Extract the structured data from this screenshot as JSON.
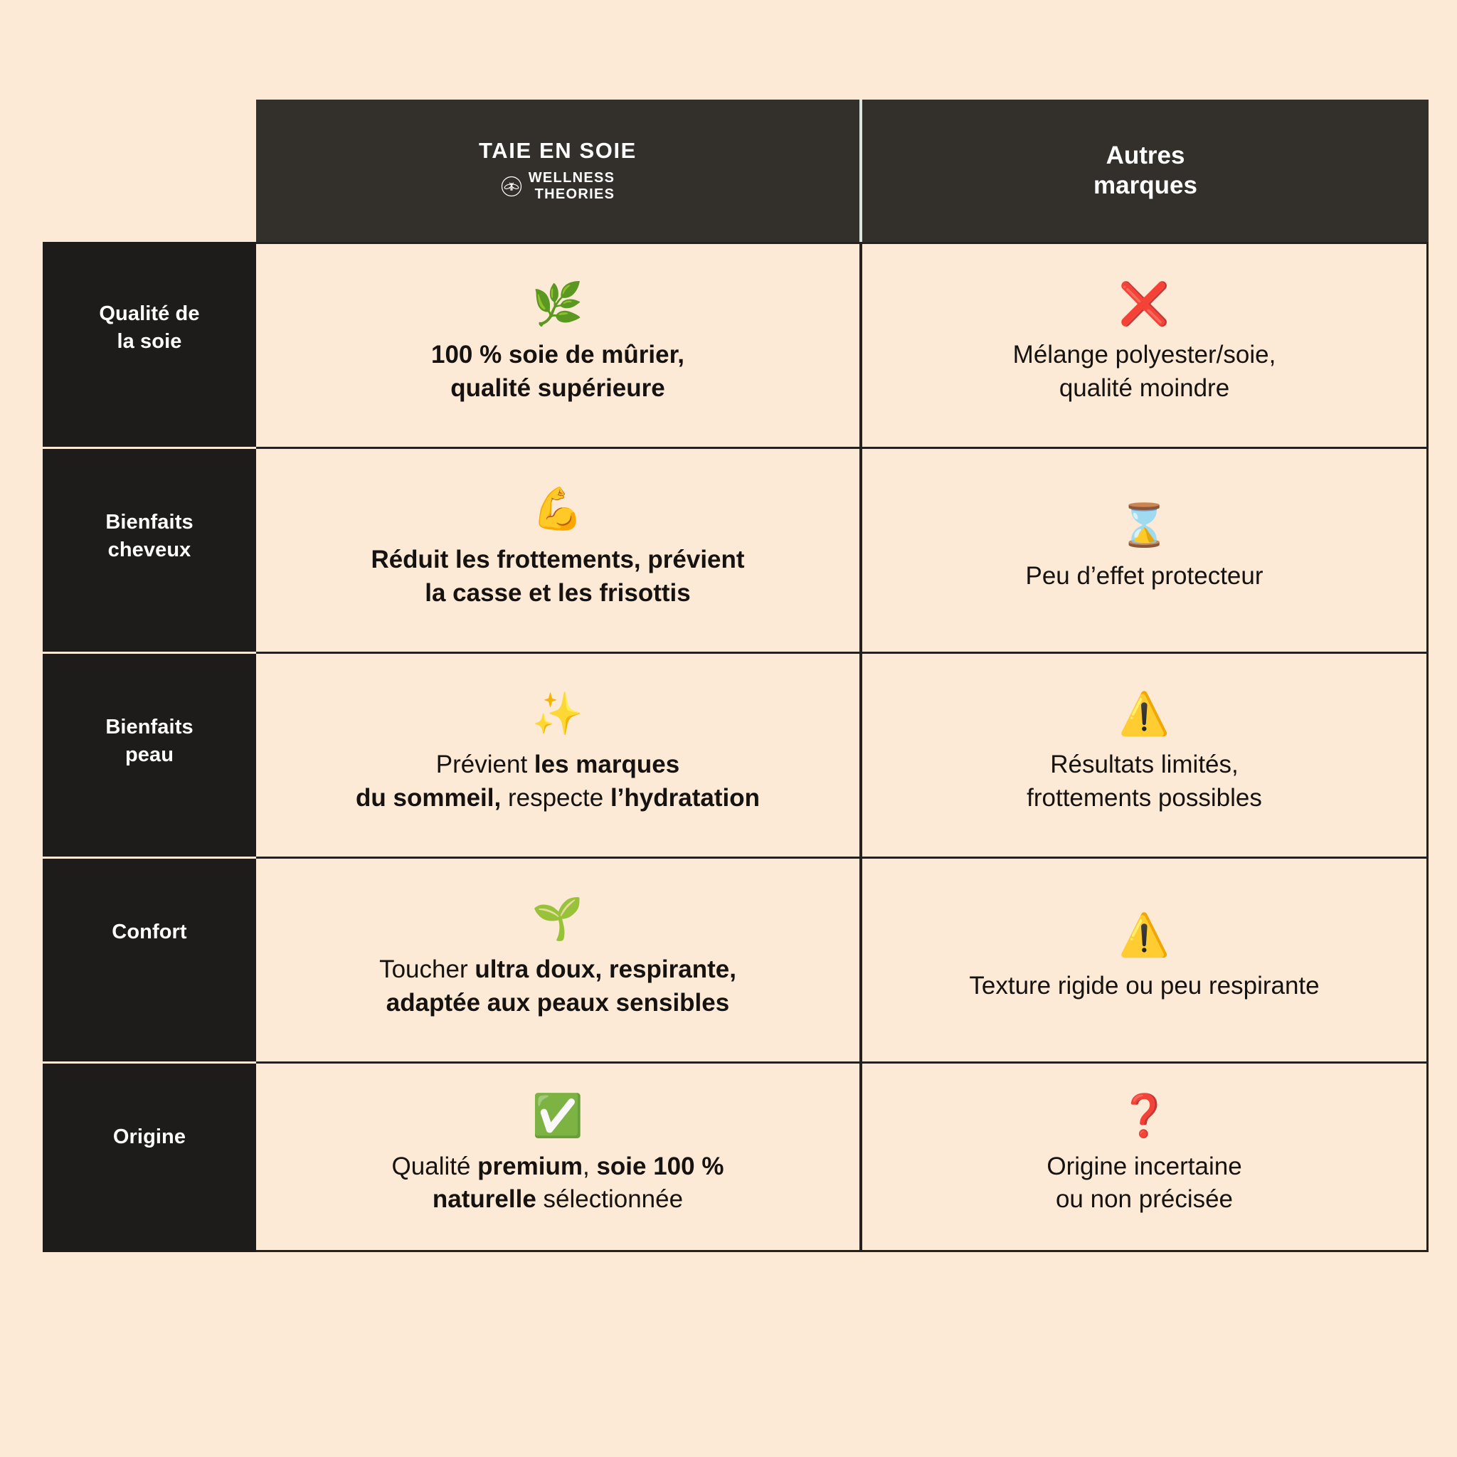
{
  "theme": {
    "background": "#FCE9D6",
    "header_dark": "#332F2A",
    "label_dark": "#1E1C1B",
    "border_dark": "#24211F",
    "text_light": "#FFFFFF",
    "text_dark": "#15120F",
    "accent_red": "#E01B1B",
    "accent_green": "#00B02E",
    "accent_yellow": "#F5C518"
  },
  "header": {
    "product_column": {
      "title": "TAIE EN SOIE",
      "logo_icon": "bee-in-circle-icon",
      "brand_line_1": "WELLNESS",
      "brand_line_2": "THEORIES"
    },
    "other_column": {
      "line_1": "Autres",
      "line_2": "marques"
    }
  },
  "rows": [
    {
      "label_line_1": "Qualité de",
      "label_line_2": "la soie",
      "product": {
        "icon": "herb-leaf-emoji",
        "icon_glyph": "🌿",
        "line_1": "100 % soie de mûrier,",
        "line_2": "qualité supérieure"
      },
      "other": {
        "icon": "red-cross-mark-emoji",
        "icon_glyph": "❌",
        "line_1": "Mélange polyester/soie,",
        "line_2": "qualité moindre"
      }
    },
    {
      "label_line_1": "Bienfaits",
      "label_line_2": "cheveux",
      "product": {
        "icon": "flexed-biceps-emoji",
        "icon_glyph": "💪",
        "line_1": "Réduit les frottements, prévient",
        "line_2": "la casse et les frisottis"
      },
      "other": {
        "icon": "hourglass-emoji",
        "icon_glyph": "⌛",
        "line_1": "Peu d’effet protecteur",
        "line_2": ""
      }
    },
    {
      "label_line_1": "Bienfaits",
      "label_line_2": "peau",
      "product": {
        "icon": "sparkles-emoji",
        "icon_glyph": "✨",
        "rich_line_1": [
          {
            "t": "Prévient ",
            "b": false
          },
          {
            "t": "les marques",
            "b": true
          }
        ],
        "rich_line_2": [
          {
            "t": "du sommeil,",
            "b": true
          },
          {
            "t": " respecte ",
            "b": false
          },
          {
            "t": "l’hydratation",
            "b": true
          }
        ]
      },
      "other": {
        "icon": "warning-triangle-emoji",
        "icon_glyph": "⚠️",
        "line_1": "Résultats limités,",
        "line_2": "frottements possibles"
      }
    },
    {
      "label_line_1": "Confort",
      "label_line_2": "",
      "product": {
        "icon": "seedling-emoji",
        "icon_glyph": "🌱",
        "rich_line_1": [
          {
            "t": "Toucher ",
            "b": false
          },
          {
            "t": "ultra doux, respirante,",
            "b": true
          }
        ],
        "rich_line_2": [
          {
            "t": "adaptée aux peaux sensibles",
            "b": true
          }
        ]
      },
      "other": {
        "icon": "warning-triangle-emoji",
        "icon_glyph": "⚠️",
        "line_1": "Texture rigide ou peu respirante",
        "line_2": ""
      }
    },
    {
      "label_line_1": "Origine",
      "label_line_2": "",
      "product": {
        "icon": "green-check-mark-button-emoji",
        "icon_glyph": "✅",
        "rich_line_1": [
          {
            "t": "Qualité ",
            "b": false
          },
          {
            "t": "premium",
            "b": true
          },
          {
            "t": ", ",
            "b": false
          },
          {
            "t": "soie 100 %",
            "b": true
          }
        ],
        "rich_line_2": [
          {
            "t": "naturelle",
            "b": true
          },
          {
            "t": " sélectionnée",
            "b": false
          }
        ]
      },
      "other": {
        "icon": "red-question-mark-emoji",
        "icon_glyph": "❓",
        "line_1": "Origine incertaine",
        "line_2": "ou non précisée"
      }
    }
  ]
}
